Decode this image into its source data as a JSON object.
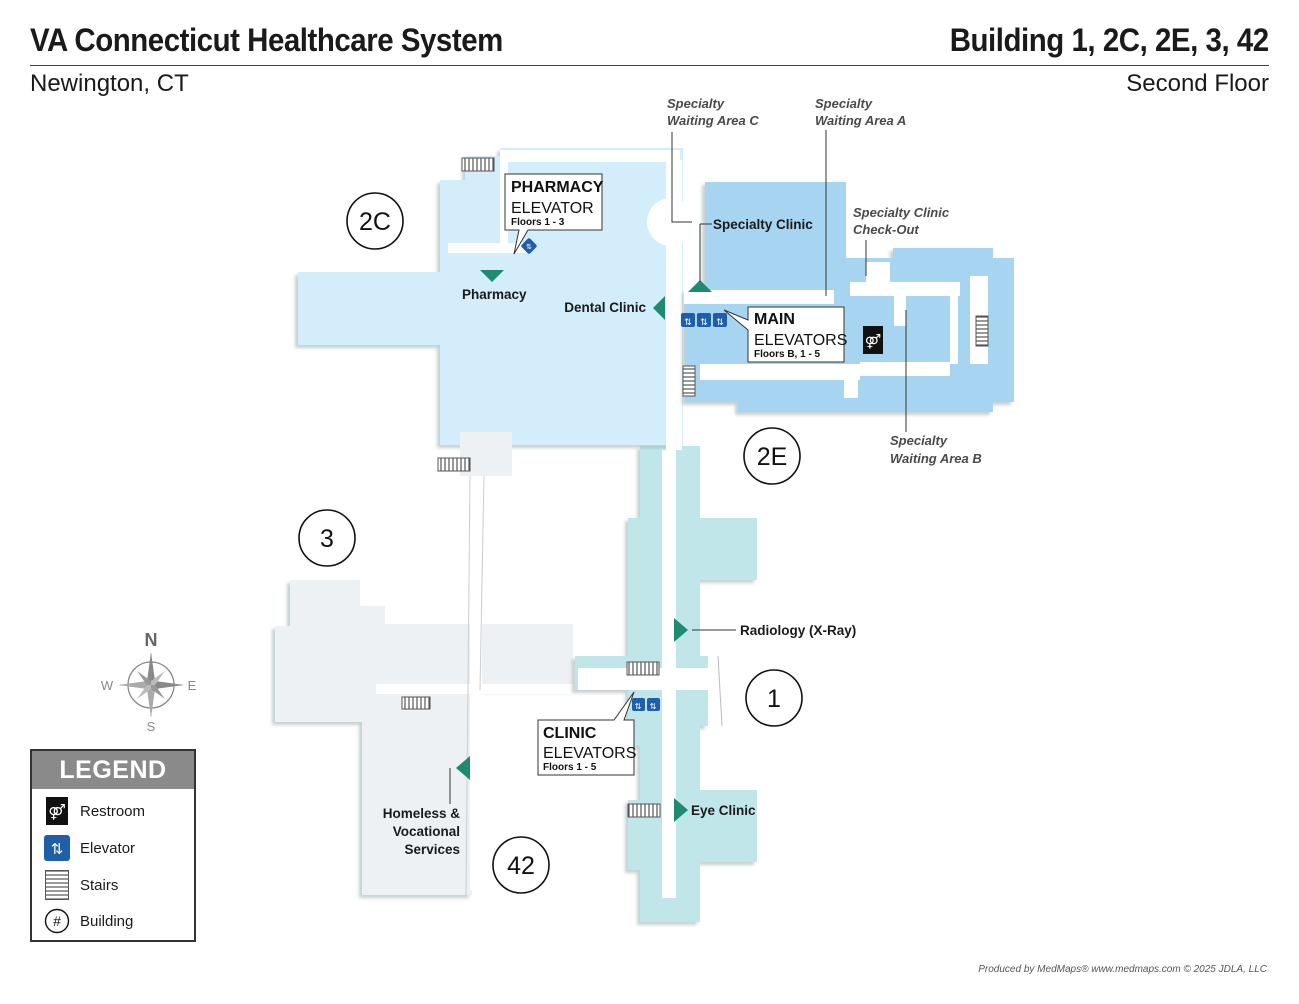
{
  "header": {
    "title": "VA Connecticut Healthcare System",
    "buildings": "Building 1, 2C, 2E, 3, 42",
    "location": "Newington, CT",
    "floor": "Second Floor"
  },
  "map": {
    "colors": {
      "building_2c": "#d4edfa",
      "building_2e": "#a7d4f0",
      "building_1": "#c1e6ea",
      "building_3_42": "#eef1f4",
      "marker": "#1e8a70",
      "elevator": "#1f5fa8"
    },
    "buildings": {
      "b2c": "2C",
      "b2e": "2E",
      "b3": "3",
      "b1": "1",
      "b42": "42"
    },
    "labels": {
      "pharmacy": "Pharmacy",
      "dental": "Dental Clinic",
      "specialty_clinic": "Specialty Clinic",
      "radiology": "Radiology (X-Ray)",
      "eye_clinic": "Eye Clinic",
      "homeless_1": "Homeless &",
      "homeless_2": "Vocational",
      "homeless_3": "Services"
    },
    "italic_labels": {
      "wait_c_1": "Specialty",
      "wait_c_2": "Waiting Area C",
      "wait_a_1": "Specialty",
      "wait_a_2": "Waiting Area A",
      "checkout_1": "Specialty Clinic",
      "checkout_2": "Check-Out",
      "wait_b_1": "Specialty",
      "wait_b_2": "Waiting Area B"
    },
    "callouts": {
      "pharmacy_elevator": {
        "line1": "PHARMACY",
        "line2": "ELEVATOR",
        "floors": "Floors 1 - 3"
      },
      "main_elevators": {
        "line1": "MAIN",
        "line2": "ELEVATORS",
        "floors": "Floors B, 1 - 5"
      },
      "clinic_elevators": {
        "line1": "CLINIC",
        "line2": "ELEVATORS",
        "floors": "Floors 1 - 5"
      }
    }
  },
  "compass": {
    "n": "N",
    "e": "E",
    "s": "S",
    "w": "W"
  },
  "legend": {
    "title": "LEGEND",
    "items": [
      {
        "icon": "restroom-icon",
        "label": "Restroom"
      },
      {
        "icon": "elevator-icon",
        "label": "Elevator"
      },
      {
        "icon": "stairs-icon",
        "label": "Stairs"
      },
      {
        "icon": "building-number-icon",
        "label": "Building"
      }
    ],
    "building_symbol": "#"
  },
  "footer": {
    "credit": "Produced by MedMaps®  www.medmaps.com   © 2025 JDLA, LLC"
  }
}
